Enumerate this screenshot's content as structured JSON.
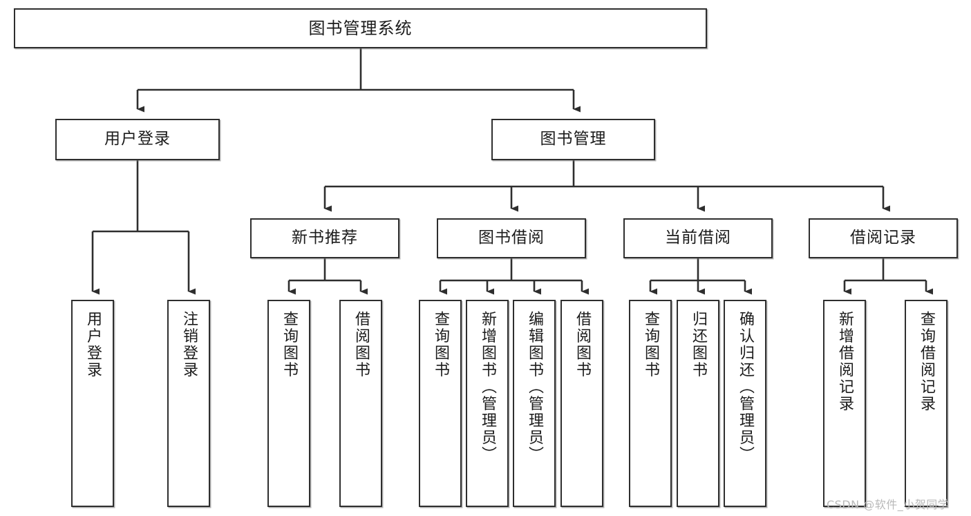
{
  "diagram": {
    "title": "图书管理系统",
    "type": "tree-hierarchy-diagram",
    "watermark": "CSDN @软件_小贺同学",
    "style": {
      "box_border_color": "#2e2e2e",
      "box_fill_color": "#ffffff",
      "line_color": "#2e2e2e",
      "background_color": "#ffffff",
      "watermark_color": "#b9b9b9"
    },
    "nodes": {
      "root": {
        "label": "图书管理系统",
        "level": 1
      },
      "level2": [
        {
          "id": "user-login",
          "label": "用户登录"
        },
        {
          "id": "book-manage",
          "label": "图书管理"
        }
      ],
      "level3": [
        {
          "id": "new-book-recommend",
          "label": "新书推荐"
        },
        {
          "id": "book-borrow",
          "label": "图书借阅"
        },
        {
          "id": "current-borrow",
          "label": "当前借阅"
        },
        {
          "id": "borrow-record",
          "label": "借阅记录"
        }
      ],
      "leaves": {
        "user-login": [
          {
            "id": "leaf-user-login",
            "label": "用户登录"
          },
          {
            "id": "leaf-user-logout",
            "label": "注销登录"
          }
        ],
        "new-book-recommend": [
          {
            "id": "leaf-query-book-1",
            "label": "查询图书"
          },
          {
            "id": "leaf-borrow-book-1",
            "label": "借阅图书"
          }
        ],
        "book-borrow": [
          {
            "id": "leaf-query-book-2",
            "label": "查询图书"
          },
          {
            "id": "leaf-add-book",
            "label": "新增图书（管理员）"
          },
          {
            "id": "leaf-edit-book",
            "label": "编辑图书（管理员）"
          },
          {
            "id": "leaf-borrow-book-2",
            "label": "借阅图书"
          }
        ],
        "current-borrow": [
          {
            "id": "leaf-query-book-3",
            "label": "查询图书"
          },
          {
            "id": "leaf-return-book",
            "label": "归还图书"
          },
          {
            "id": "leaf-confirm-return",
            "label": "确认归还（管理员）"
          }
        ],
        "borrow-record": [
          {
            "id": "leaf-add-record",
            "label": "新增借阅记录"
          },
          {
            "id": "leaf-query-record",
            "label": "查询借阅记录"
          }
        ]
      }
    }
  }
}
